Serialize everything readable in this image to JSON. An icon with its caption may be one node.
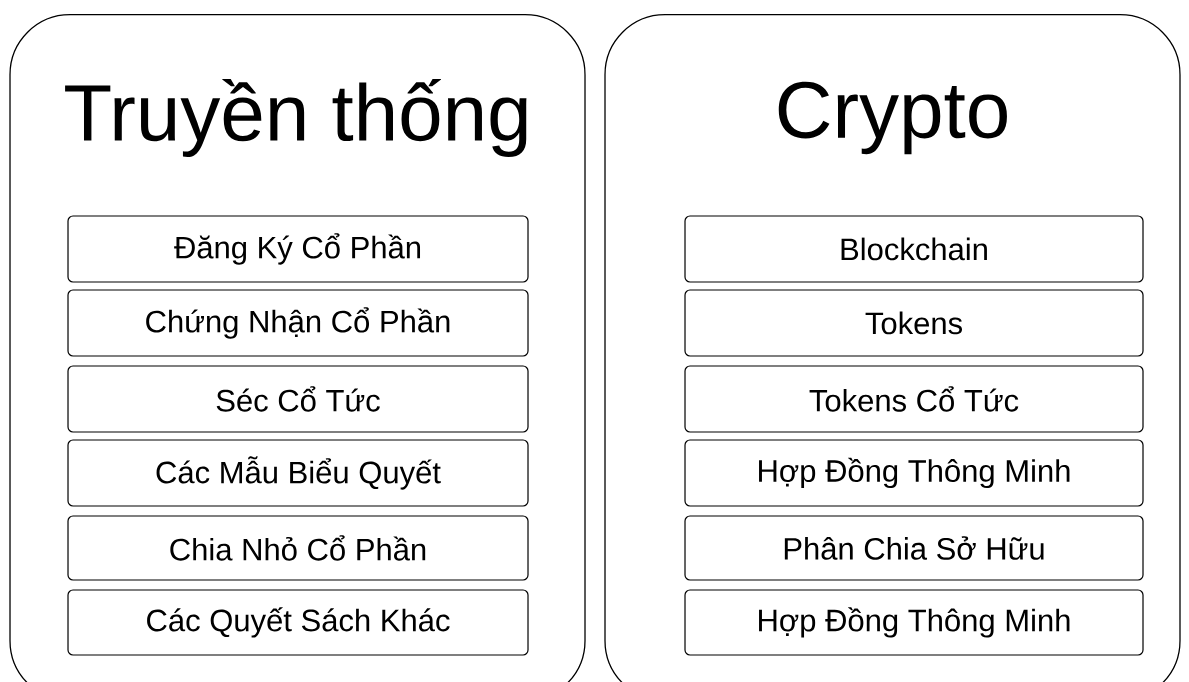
{
  "diagram": {
    "nodes": [
      {
        "text": [
          "Truyền thống"
        ]
      },
      {
        "text": [
          "Đăng Ký Cổ Phần"
        ],
        "in": 0
      },
      {
        "text": [
          "Chứng Nhận Cổ Phần"
        ],
        "in": 0
      },
      {
        "text": [
          "Séc Cổ Tức"
        ],
        "in": 0
      },
      {
        "text": [
          "Các Mẫu Biểu Quyết"
        ],
        "in": 0
      },
      {
        "text": [
          "Chia Nhỏ Cổ Phần"
        ],
        "in": 0
      },
      {
        "text": [
          "Các Quyết Sách Khác"
        ],
        "in": 0
      },
      {
        "text": [
          "Crypto"
        ]
      },
      {
        "text": [
          "Blockchain"
        ],
        "in": 7
      },
      {
        "text": [
          "Tokens"
        ],
        "in": 7
      },
      {
        "text": [
          "Tokens Cổ Tức"
        ],
        "in": 7
      },
      {
        "text": [
          "Hợp Đồng Thông Minh"
        ],
        "in": 7
      },
      {
        "text": [
          "Phân Chia Sở Hữu"
        ],
        "in": 7
      },
      {
        "text": [
          "Hợp Đồng Thông Minh"
        ],
        "in": 7
      }
    ]
  }
}
